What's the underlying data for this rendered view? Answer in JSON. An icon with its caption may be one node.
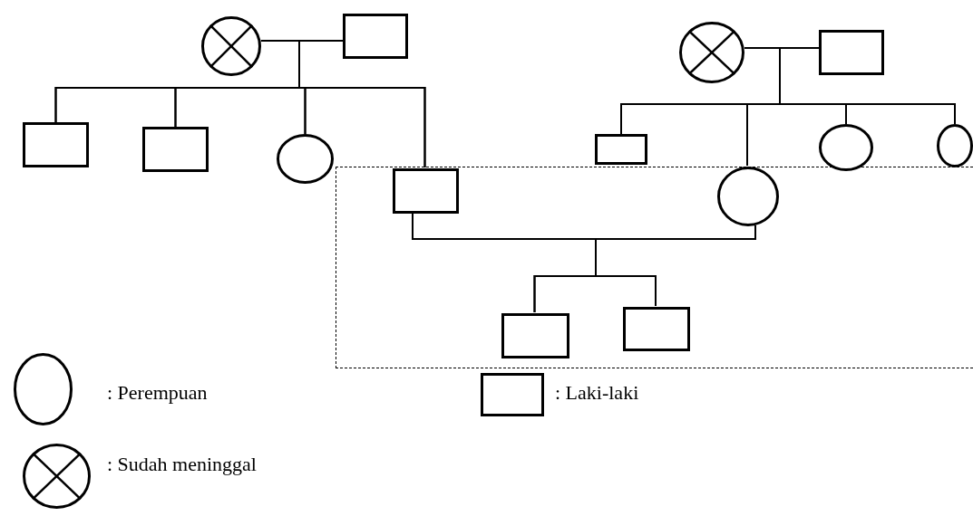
{
  "diagram": {
    "nodes": [
      {
        "text": [],
        "shape": "crossed-circle"
      },
      {
        "text": [],
        "shape": "box"
      },
      {
        "text": [],
        "shape": "crossed-circle"
      },
      {
        "text": [],
        "shape": "box"
      },
      {
        "text": [],
        "shape": "box"
      },
      {
        "text": [],
        "shape": "box"
      },
      {
        "text": [],
        "shape": "circle"
      },
      {
        "text": [],
        "shape": "box"
      },
      {
        "text": [],
        "shape": "circle"
      },
      {
        "text": [],
        "shape": "circle"
      },
      {
        "text": [],
        "shape": "box"
      },
      {
        "text": [],
        "shape": "box",
        "in": 10
      },
      {
        "text": [],
        "shape": "circle",
        "in": 10
      },
      {
        "text": [],
        "shape": "box",
        "in": 10
      },
      {
        "text": [],
        "shape": "box",
        "in": 10
      }
    ],
    "edges": [
      {
        "from": 0,
        "to": 1,
        "arrow": "none"
      },
      {
        "from": 0,
        "to": 4,
        "arrow": "none"
      },
      {
        "from": 1,
        "to": 4,
        "arrow": "none"
      },
      {
        "from": 0,
        "to": 5,
        "arrow": "none"
      },
      {
        "from": 1,
        "to": 5,
        "arrow": "none"
      },
      {
        "from": 0,
        "to": 6,
        "arrow": "none"
      },
      {
        "from": 1,
        "to": 6,
        "arrow": "none"
      },
      {
        "from": 0,
        "to": 11,
        "arrow": "none"
      },
      {
        "from": 1,
        "to": 11,
        "arrow": "none"
      },
      {
        "from": 2,
        "to": 3,
        "arrow": "none"
      },
      {
        "from": 2,
        "to": 7,
        "arrow": "none"
      },
      {
        "from": 3,
        "to": 7,
        "arrow": "none"
      },
      {
        "from": 2,
        "to": 12,
        "arrow": "none"
      },
      {
        "from": 3,
        "to": 12,
        "arrow": "none"
      },
      {
        "from": 2,
        "to": 8,
        "arrow": "none"
      },
      {
        "from": 3,
        "to": 8,
        "arrow": "none"
      },
      {
        "from": 2,
        "to": 9,
        "arrow": "none"
      },
      {
        "from": 3,
        "to": 9,
        "arrow": "none"
      },
      {
        "from": 11,
        "to": 12,
        "arrow": "none"
      },
      {
        "from": 11,
        "to": 13,
        "arrow": "none"
      },
      {
        "from": 12,
        "to": 13,
        "arrow": "none"
      },
      {
        "from": 11,
        "to": 14,
        "arrow": "none"
      },
      {
        "from": 12,
        "to": 14,
        "arrow": "none"
      }
    ],
    "legend": [
      {
        "text": ": Perempuan"
      },
      {
        "text": ": Laki-laki"
      },
      {
        "text": ": Sudah meninggal"
      }
    ]
  }
}
